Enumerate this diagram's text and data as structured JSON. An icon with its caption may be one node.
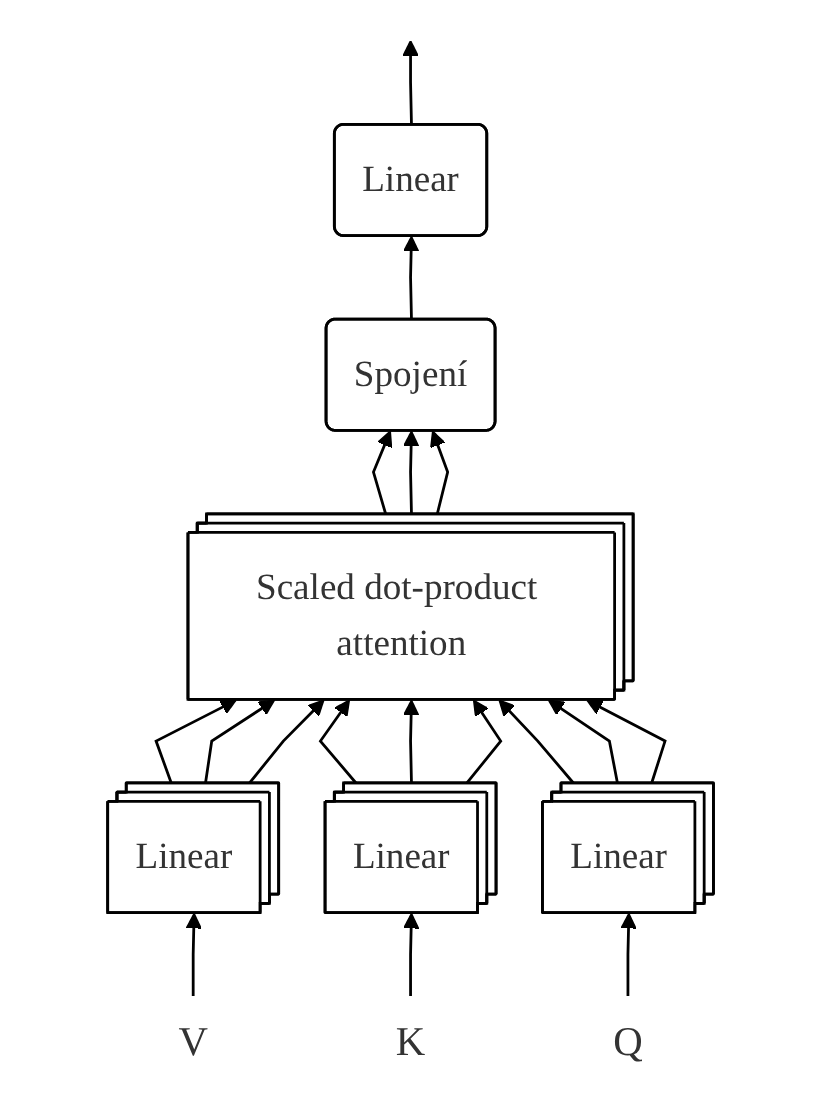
{
  "diagram": {
    "nodes": [
      {
        "text": [
          "Linear"
        ]
      },
      {
        "text": [
          "Spojení"
        ]
      },
      {
        "text": [
          "Scaled dot-product attention"
        ]
      },
      {
        "text": [
          "Linear"
        ]
      },
      {
        "text": [
          "Linear"
        ]
      },
      {
        "text": [
          "Linear"
        ]
      },
      {
        "text": [
          "V"
        ]
      },
      {
        "text": [
          "K"
        ]
      },
      {
        "text": [
          "Q"
        ]
      }
    ],
    "edges": [
      {
        "from": 0,
        "to": null,
        "arrow": "to"
      },
      {
        "from": 1,
        "to": 0,
        "arrow": "to"
      },
      {
        "from": 2,
        "to": 1,
        "arrow": "to"
      },
      {
        "from": 2,
        "to": 1,
        "arrow": "to"
      },
      {
        "from": 2,
        "to": 1,
        "arrow": "to"
      },
      {
        "from": 3,
        "to": 2,
        "arrow": "to"
      },
      {
        "from": 3,
        "to": 2,
        "arrow": "to"
      },
      {
        "from": 3,
        "to": 2,
        "arrow": "to"
      },
      {
        "from": 4,
        "to": 2,
        "arrow": "to"
      },
      {
        "from": 4,
        "to": 2,
        "arrow": "to"
      },
      {
        "from": 4,
        "to": 2,
        "arrow": "to"
      },
      {
        "from": 5,
        "to": 2,
        "arrow": "to"
      },
      {
        "from": 5,
        "to": 2,
        "arrow": "to"
      },
      {
        "from": 5,
        "to": 2,
        "arrow": "to"
      },
      {
        "from": 6,
        "to": 3,
        "arrow": "to"
      },
      {
        "from": 7,
        "to": 4,
        "arrow": "to"
      },
      {
        "from": 8,
        "to": 5,
        "arrow": "to"
      }
    ]
  }
}
